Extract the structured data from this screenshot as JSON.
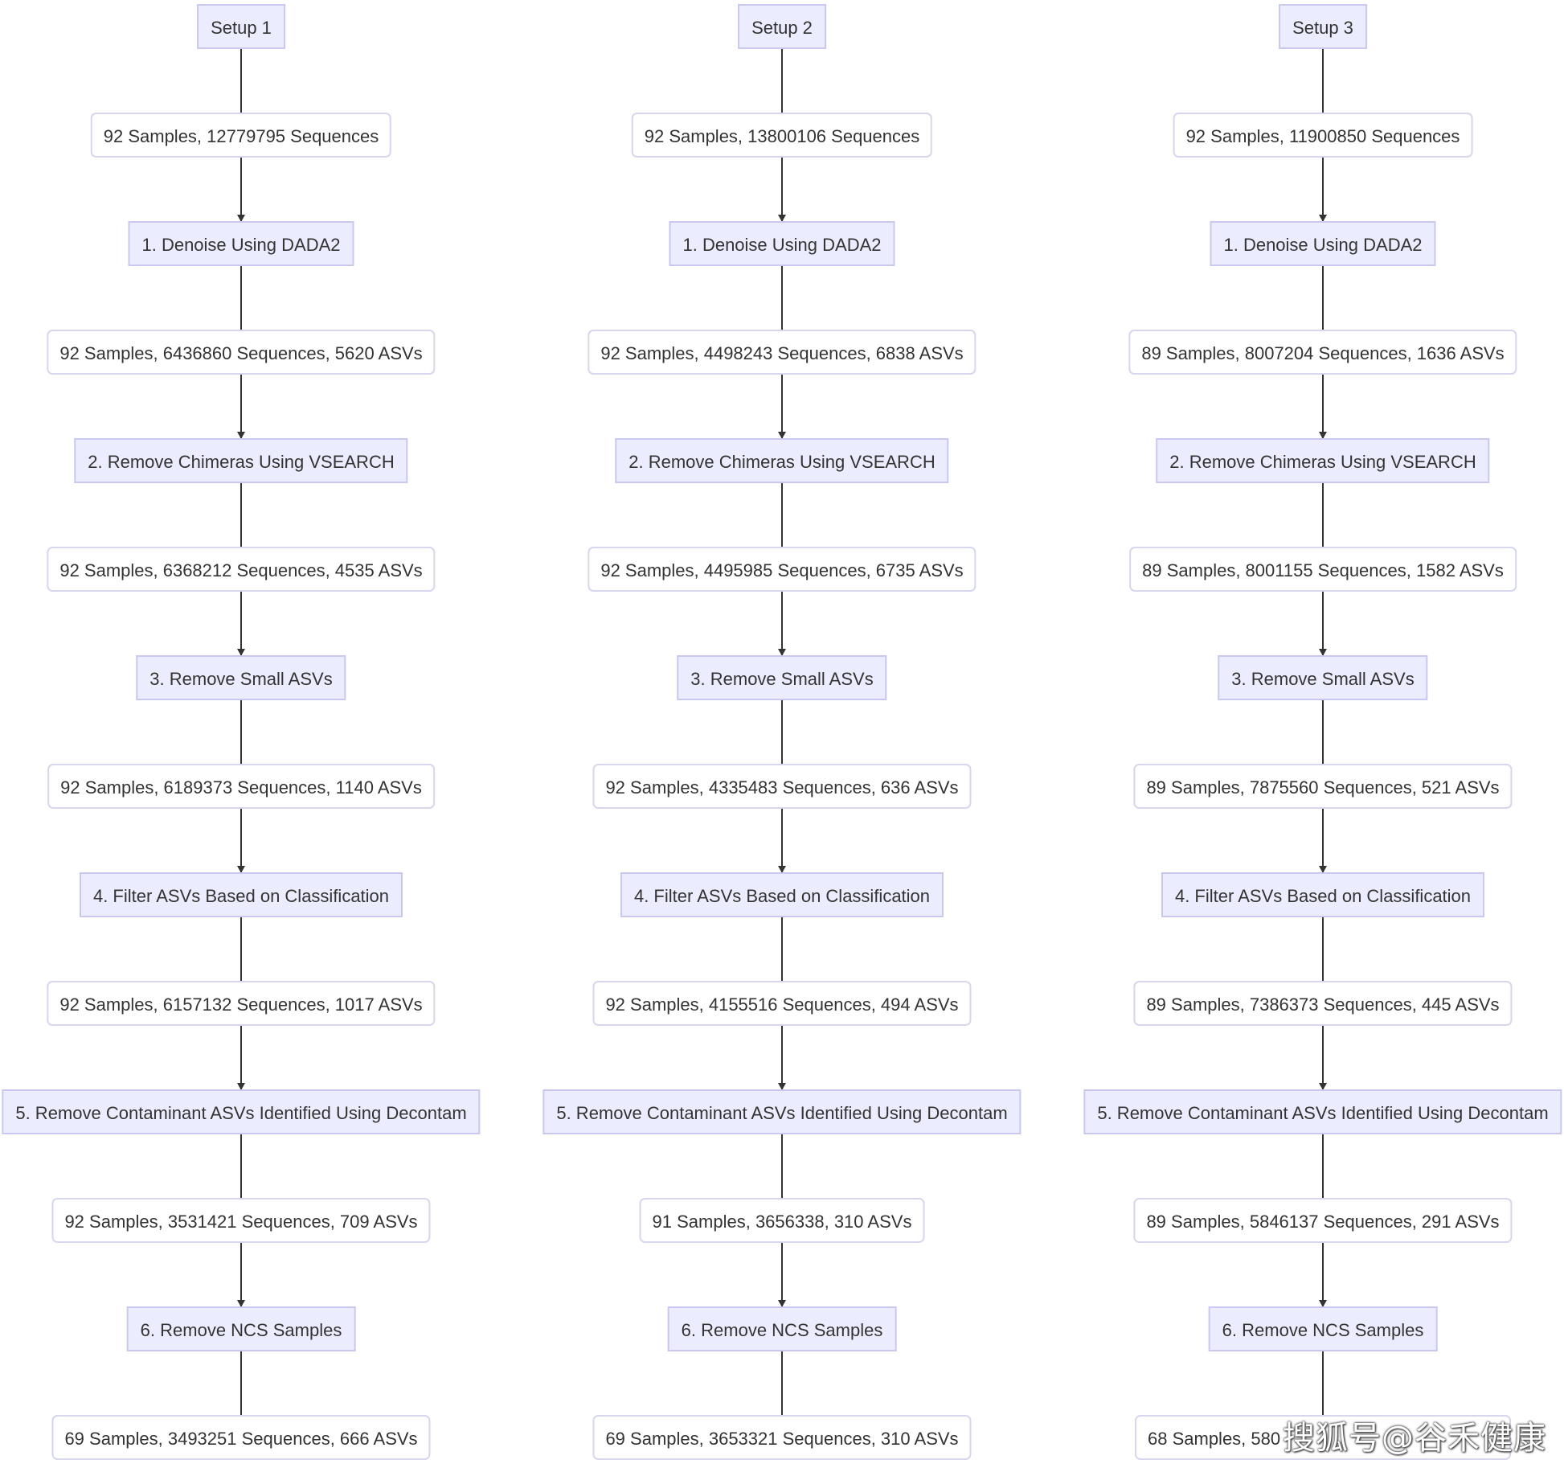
{
  "colors": {
    "step_fill": "#ececff",
    "step_border": "#c8c8f0",
    "count_fill": "#ffffff",
    "count_border": "#d6d6ee",
    "edge": "#333333",
    "text": "#333333"
  },
  "setups": [
    {
      "title": "Setup 1",
      "start": "92 Samples, 12779795 Sequences",
      "stages": [
        {
          "step": "1. Denoise Using DADA2",
          "result": "92 Samples, 6436860 Sequences, 5620 ASVs"
        },
        {
          "step": "2. Remove Chimeras Using VSEARCH",
          "result": "92 Samples, 6368212 Sequences, 4535 ASVs"
        },
        {
          "step": "3. Remove Small ASVs",
          "result": "92 Samples, 6189373 Sequences, 1140 ASVs"
        },
        {
          "step": "4. Filter ASVs Based on Classification",
          "result": "92 Samples, 6157132 Sequences, 1017 ASVs"
        },
        {
          "step": "5. Remove Contaminant ASVs Identified Using Decontam",
          "result": "92 Samples, 3531421 Sequences, 709 ASVs"
        },
        {
          "step": "6. Remove NCS Samples",
          "result": "69 Samples, 3493251 Sequences, 666 ASVs"
        }
      ]
    },
    {
      "title": "Setup 2",
      "start": "92 Samples, 13800106 Sequences",
      "stages": [
        {
          "step": "1. Denoise Using DADA2",
          "result": "92 Samples, 4498243 Sequences, 6838 ASVs"
        },
        {
          "step": "2. Remove Chimeras Using VSEARCH",
          "result": "92 Samples, 4495985 Sequences, 6735 ASVs"
        },
        {
          "step": "3. Remove Small ASVs",
          "result": "92 Samples, 4335483 Sequences, 636 ASVs"
        },
        {
          "step": "4. Filter ASVs Based on Classification",
          "result": "92 Samples, 4155516 Sequences, 494 ASVs"
        },
        {
          "step": "5. Remove Contaminant ASVs Identified Using Decontam",
          "result": "91 Samples, 3656338, 310 ASVs"
        },
        {
          "step": "6. Remove NCS Samples",
          "result": "69 Samples, 3653321 Sequences, 310 ASVs"
        }
      ]
    },
    {
      "title": "Setup 3",
      "start": "92 Samples, 11900850 Sequences",
      "stages": [
        {
          "step": "1. Denoise Using DADA2",
          "result": "89 Samples, 8007204 Sequences, 1636 ASVs"
        },
        {
          "step": "2. Remove Chimeras Using VSEARCH",
          "result": "89 Samples, 8001155 Sequences, 1582 ASVs"
        },
        {
          "step": "3. Remove Small ASVs",
          "result": "89 Samples, 7875560 Sequences, 521 ASVs"
        },
        {
          "step": "4. Filter ASVs Based on Classification",
          "result": "89 Samples, 7386373 Sequences, 445 ASVs"
        },
        {
          "step": "5. Remove Contaminant ASVs Identified Using Decontam",
          "result": "89 Samples, 5846137 Sequences, 291 ASVs"
        },
        {
          "step": "6. Remove NCS Samples",
          "result": "68 Samples, 580"
        }
      ]
    }
  ],
  "watermark": "搜狐号@谷禾健康"
}
